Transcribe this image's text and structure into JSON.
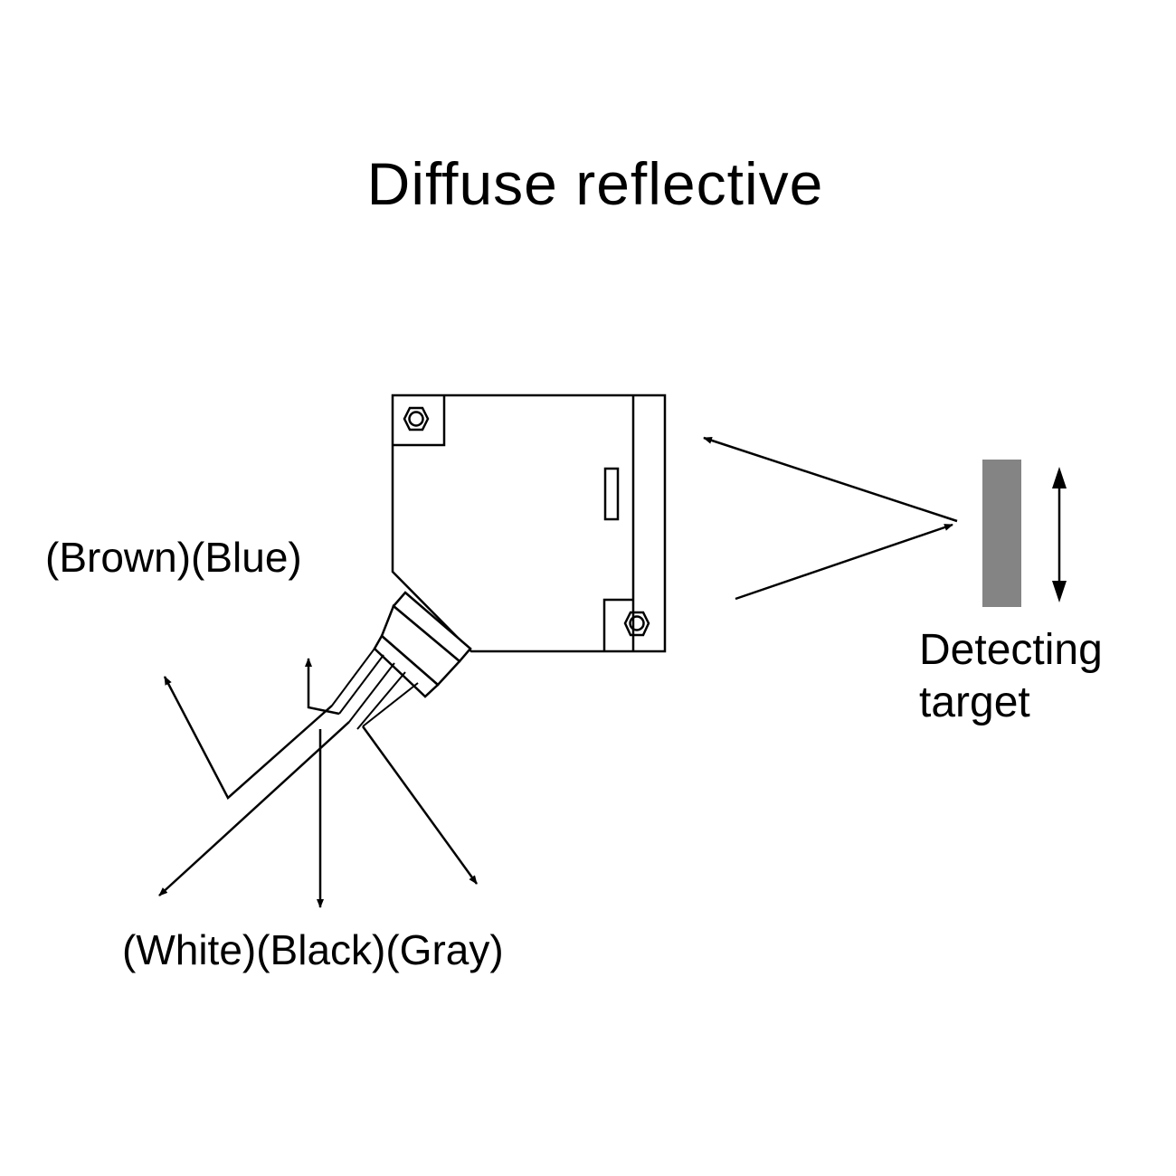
{
  "title": "Diffuse reflective",
  "wire_labels": {
    "top": "(Brown)(Blue)",
    "bottom": "(White)(Black)(Gray)"
  },
  "target_label": {
    "line1": "Detecting",
    "line2": "target"
  },
  "colors": {
    "background": "#ffffff",
    "line": "#000000",
    "target": "#848484"
  }
}
